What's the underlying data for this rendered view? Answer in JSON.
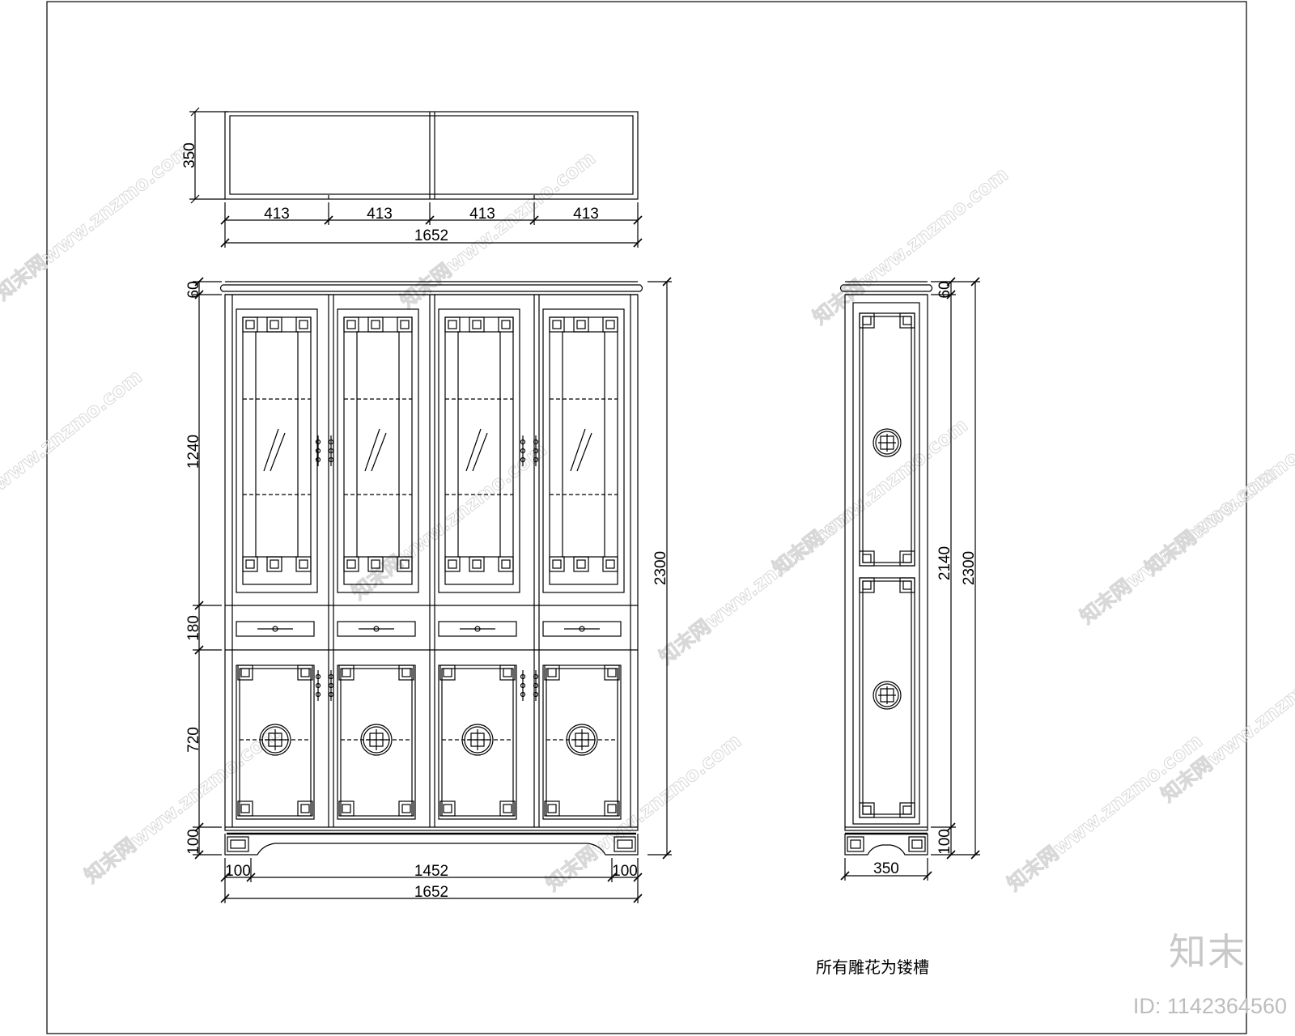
{
  "plan": {
    "depth": "350",
    "bays": [
      "413",
      "413",
      "413",
      "413"
    ],
    "total_width": "1652"
  },
  "front": {
    "heights": [
      "60",
      "1240",
      "180",
      "720",
      "100"
    ],
    "overall_height": "2300",
    "bottom_dims": [
      "100",
      "1452",
      "100"
    ],
    "total_width": "1652"
  },
  "side": {
    "heights": [
      "60",
      "100"
    ],
    "inner_height": "2140",
    "overall_height": "2300",
    "width": "350"
  },
  "note": "所有雕花为镂槽",
  "branding": {
    "logo": "知末",
    "image_id": "ID: 1142364560",
    "watermark": "知末网www.znzmo.com"
  }
}
